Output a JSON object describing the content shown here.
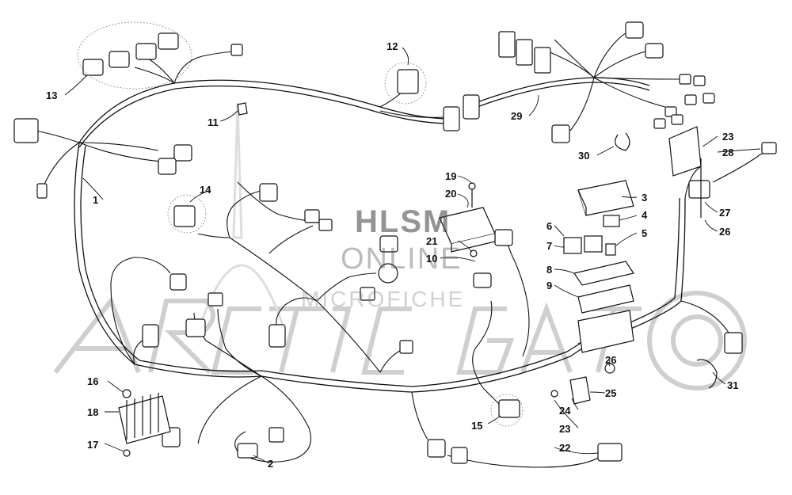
{
  "watermark": {
    "line1": "HLSM",
    "line2": "ONLINE",
    "line3": "MICROFICHE",
    "brand": "ARCTIC CAT"
  },
  "callouts": [
    {
      "id": "c1",
      "text": "1"
    },
    {
      "id": "c2",
      "text": "2"
    },
    {
      "id": "c3",
      "text": "3"
    },
    {
      "id": "c4",
      "text": "4"
    },
    {
      "id": "c5",
      "text": "5"
    },
    {
      "id": "c6",
      "text": "6"
    },
    {
      "id": "c7",
      "text": "7"
    },
    {
      "id": "c8",
      "text": "8"
    },
    {
      "id": "c9",
      "text": "9"
    },
    {
      "id": "c10",
      "text": "10"
    },
    {
      "id": "c11",
      "text": "11"
    },
    {
      "id": "c12",
      "text": "12"
    },
    {
      "id": "c13",
      "text": "13"
    },
    {
      "id": "c14",
      "text": "14"
    },
    {
      "id": "c15",
      "text": "15"
    },
    {
      "id": "c16",
      "text": "16"
    },
    {
      "id": "c17",
      "text": "17"
    },
    {
      "id": "c18",
      "text": "18"
    },
    {
      "id": "c19",
      "text": "19"
    },
    {
      "id": "c20",
      "text": "20"
    },
    {
      "id": "c21",
      "text": "21"
    },
    {
      "id": "c22",
      "text": "22"
    },
    {
      "id": "c23a",
      "text": "23"
    },
    {
      "id": "c23b",
      "text": "23"
    },
    {
      "id": "c24",
      "text": "24"
    },
    {
      "id": "c25",
      "text": "25"
    },
    {
      "id": "c26a",
      "text": "26"
    },
    {
      "id": "c26b",
      "text": "26"
    },
    {
      "id": "c27",
      "text": "27"
    },
    {
      "id": "c28",
      "text": "28"
    },
    {
      "id": "c29",
      "text": "29"
    },
    {
      "id": "c30",
      "text": "30"
    },
    {
      "id": "c31",
      "text": "31"
    }
  ],
  "colors": {
    "line": "#111111",
    "watermark": "#b4b4b4",
    "background": "#ffffff"
  }
}
